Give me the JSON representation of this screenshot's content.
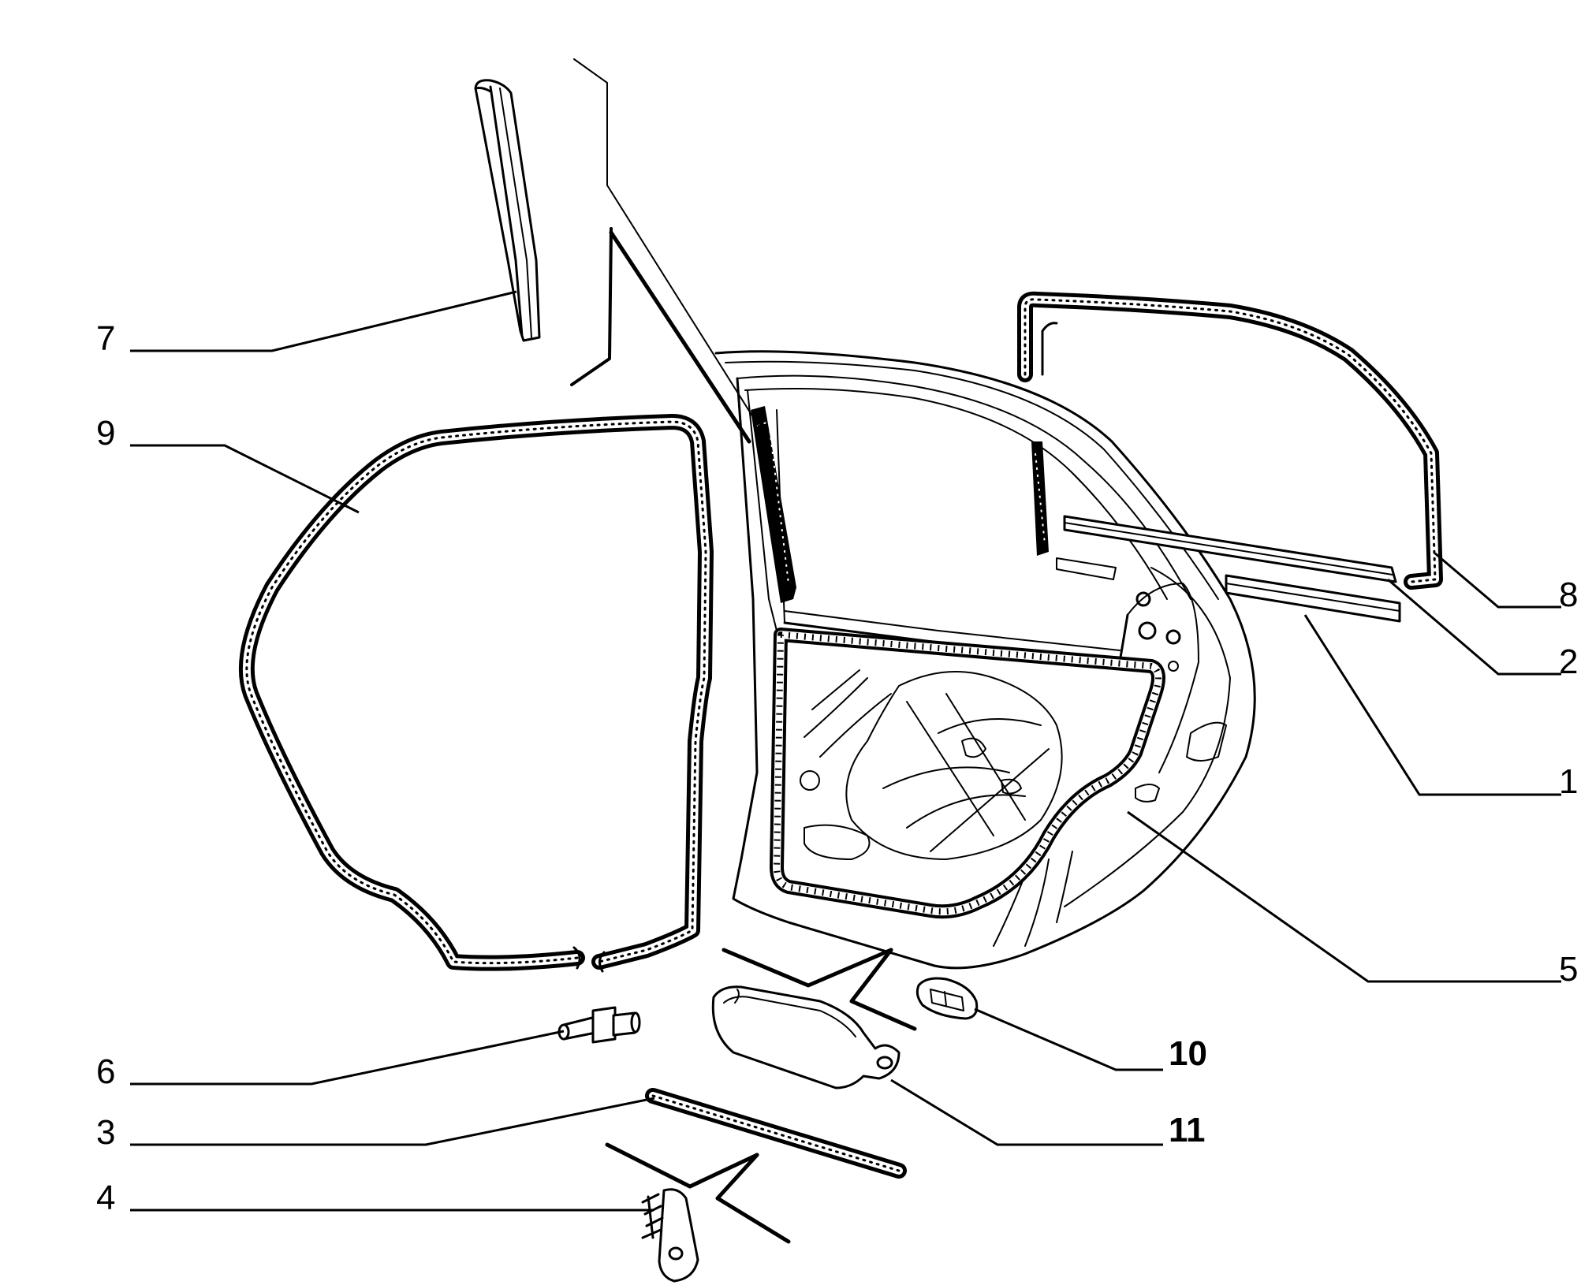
{
  "callouts": [
    {
      "id": "7",
      "label": "7",
      "bold": false
    },
    {
      "id": "9",
      "label": "9",
      "bold": false
    },
    {
      "id": "8",
      "label": "8",
      "bold": false
    },
    {
      "id": "2",
      "label": "2",
      "bold": false
    },
    {
      "id": "1",
      "label": "1",
      "bold": false
    },
    {
      "id": "5",
      "label": "5",
      "bold": false
    },
    {
      "id": "10",
      "label": "10",
      "bold": true
    },
    {
      "id": "11",
      "label": "11",
      "bold": true
    },
    {
      "id": "6",
      "label": "6",
      "bold": false
    },
    {
      "id": "3",
      "label": "3",
      "bold": false
    },
    {
      "id": "4",
      "label": "4",
      "bold": false
    }
  ],
  "colors": {
    "line": "#000000",
    "background": "#ffffff"
  }
}
